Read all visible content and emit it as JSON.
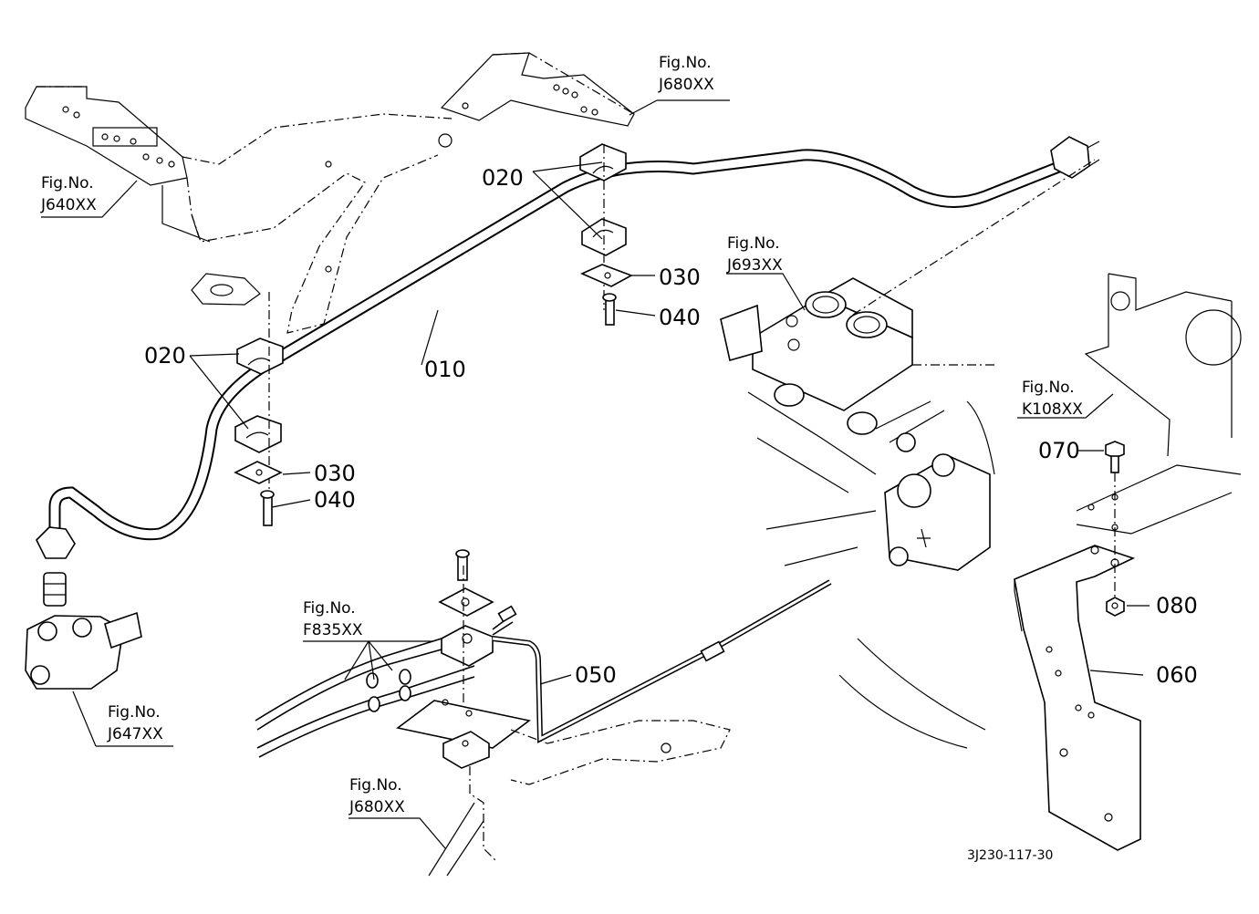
{
  "part_labels": {
    "p010": "010",
    "p020_top": "020",
    "p020_left": "020",
    "p030_top": "030",
    "p030_left": "030",
    "p040_top": "040",
    "p040_left": "040",
    "p050": "050",
    "p060": "060",
    "p070": "070",
    "p080": "080"
  },
  "fig_refs": {
    "j680_top": {
      "line1": "Fig.No.",
      "line2": "J680XX"
    },
    "j640": {
      "line1": "Fig.No.",
      "line2": "J640XX"
    },
    "j693": {
      "line1": "Fig.No.",
      "line2": "J693XX"
    },
    "k108": {
      "line1": "Fig.No.",
      "line2": "K108XX"
    },
    "f835": {
      "line1": "Fig.No.",
      "line2": "F835XX"
    },
    "j647": {
      "line1": "Fig.No.",
      "line2": "J647XX"
    },
    "j680_bottom": {
      "line1": "Fig.No.",
      "line2": "J680XX"
    }
  },
  "drawing_number": "3J230-117-30"
}
